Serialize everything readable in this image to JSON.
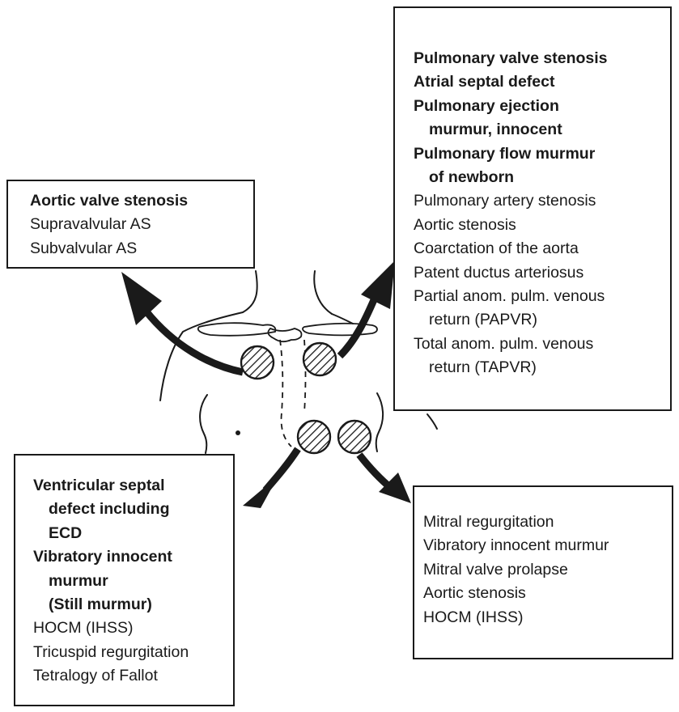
{
  "colors": {
    "ink": "#1a1a1a",
    "background": "#ffffff"
  },
  "aortic_area": {
    "items": [
      {
        "text": "Aortic valve stenosis",
        "bold": true
      },
      {
        "text": "Supravalvular AS",
        "bold": false
      },
      {
        "text": "Subvalvular AS",
        "bold": false
      }
    ]
  },
  "pulmonic_area": {
    "items": [
      {
        "text": "Pulmonary valve stenosis",
        "bold": true
      },
      {
        "text": "Atrial septal defect",
        "bold": true
      },
      {
        "text": "Pulmonary ejection",
        "bold": true
      },
      {
        "text": "murmur, innocent",
        "bold": true,
        "indent": true
      },
      {
        "text": "Pulmonary flow murmur",
        "bold": true
      },
      {
        "text": "of newborn",
        "bold": true,
        "indent": true
      },
      {
        "text": "Pulmonary artery stenosis",
        "bold": false
      },
      {
        "text": "Aortic stenosis",
        "bold": false
      },
      {
        "text": "Coarctation of the aorta",
        "bold": false
      },
      {
        "text": "Patent ductus arteriosus",
        "bold": false
      },
      {
        "text": "Partial anom. pulm. venous",
        "bold": false
      },
      {
        "text": "return (PAPVR)",
        "bold": false,
        "indent": true
      },
      {
        "text": "Total anom. pulm. venous",
        "bold": false
      },
      {
        "text": "return (TAPVR)",
        "bold": false,
        "indent": true
      }
    ]
  },
  "tricuspid_area": {
    "items": [
      {
        "text": "Ventricular septal",
        "bold": true
      },
      {
        "text": "defect including",
        "bold": true,
        "indent": true
      },
      {
        "text": "ECD",
        "bold": true,
        "indent": true
      },
      {
        "text": "Vibratory innocent",
        "bold": true
      },
      {
        "text": "murmur",
        "bold": true,
        "indent": true
      },
      {
        "text": "(Still murmur)",
        "bold": true,
        "indent": true
      },
      {
        "text": "HOCM (IHSS)",
        "bold": false
      },
      {
        "text": "Tricuspid regurgitation",
        "bold": false
      },
      {
        "text": "Tetralogy of Fallot",
        "bold": false
      }
    ]
  },
  "mitral_area": {
    "items": [
      {
        "text": "Mitral regurgitation",
        "bold": false
      },
      {
        "text": "Vibratory innocent murmur",
        "bold": false
      },
      {
        "text": "Mitral valve prolapse",
        "bold": false
      },
      {
        "text": "Aortic stenosis",
        "bold": false
      },
      {
        "text": "HOCM (IHSS)",
        "bold": false
      }
    ]
  }
}
